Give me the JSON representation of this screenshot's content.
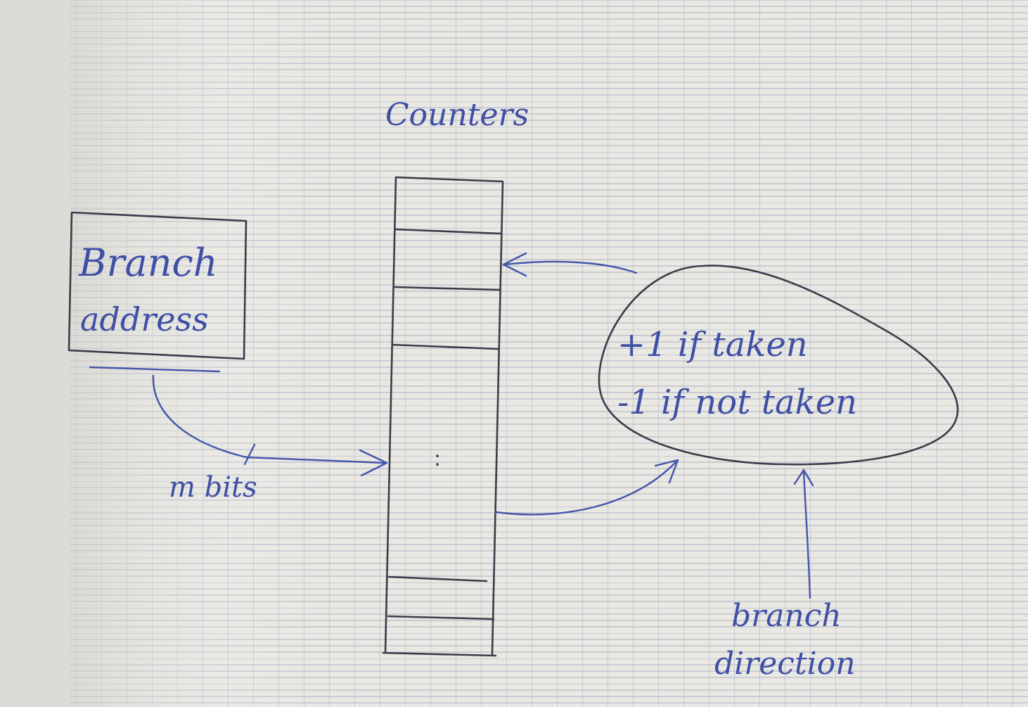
{
  "labels": {
    "counters_title": "Counters",
    "branch_line1": "Branch",
    "branch_line2": "address",
    "m_bits": "m bits",
    "taken_rule": "+1 if taken",
    "not_taken_rule": "-1 if not taken",
    "direction_line1": "branch",
    "direction_line2": "direction",
    "ellipsis": ":"
  },
  "colors": {
    "paper": "#e9e8e3",
    "grid": "#a9b0be",
    "ink": "#3f4fa6",
    "pencil": "#3a3c4a"
  }
}
